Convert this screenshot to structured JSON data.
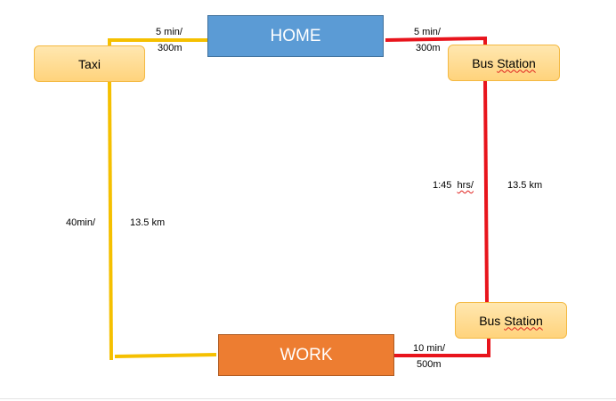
{
  "nodes": {
    "home": "HOME",
    "work": "WORK",
    "taxi": "Taxi",
    "bus_station_top": "Bus Station",
    "bus_station_bottom": "Bus Station"
  },
  "labels": {
    "home_taxi_time": "5 min/",
    "home_taxi_distance": "300m",
    "home_bus_time": "5 min/",
    "home_bus_distance": "300m",
    "bus_ride_time_value": "1:45",
    "bus_ride_time_unit": "hrs/",
    "bus_ride_distance": "13.5 km",
    "taxi_ride_time": "40min/",
    "taxi_ride_distance": "13.5 km",
    "bus_work_time": "10 min/",
    "bus_work_distance": "500m"
  },
  "colors": {
    "taxi_route": "#f5c000",
    "bus_route": "#e8141c",
    "home_fill": "#5b9bd5",
    "work_fill": "#ed7d31",
    "stop_fill": "#ffd37c"
  }
}
